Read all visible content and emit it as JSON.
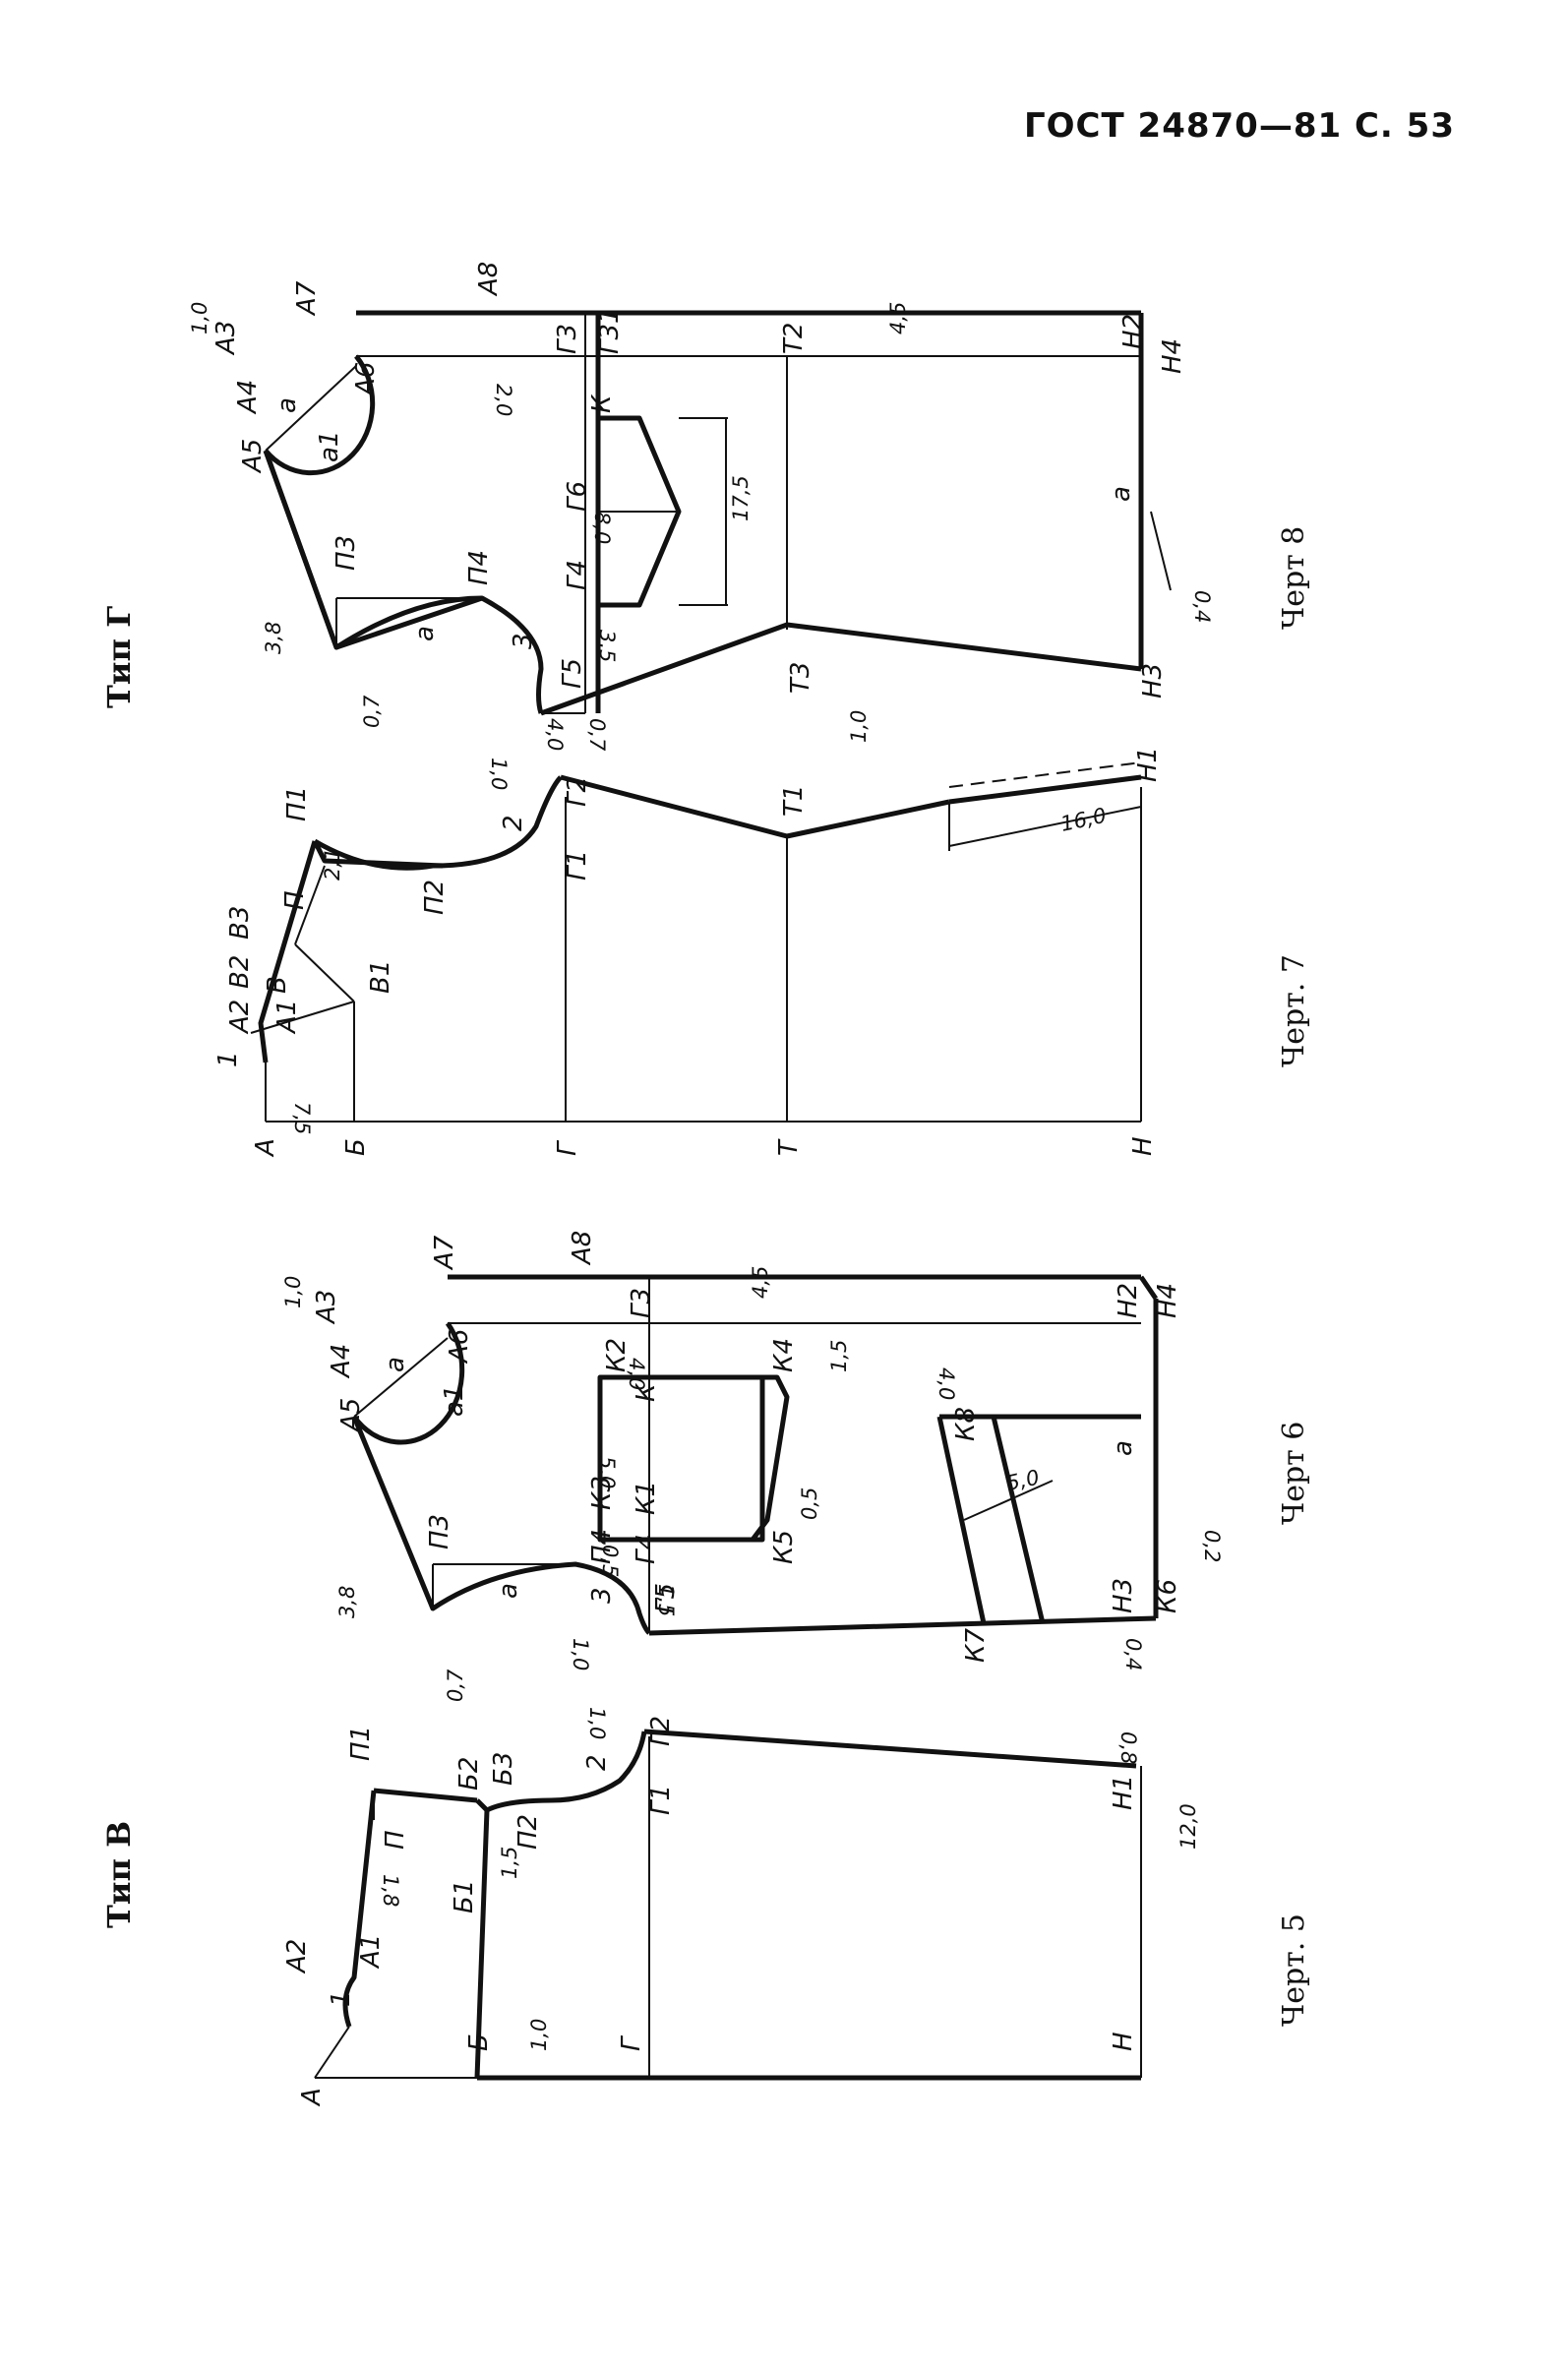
{
  "page_header": "ГОСТ 24870—81 С. 53",
  "type_labels": {
    "type_g": "Тип Г",
    "type_v": "Тип В"
  },
  "captions": {
    "fig5": "Черт. 5",
    "fig6": "Черт 6",
    "fig7": "Черт. 7",
    "fig8": "Черт 8"
  },
  "fig8": {
    "points": [
      "А7",
      "А8",
      "А3",
      "А4",
      "А5",
      "А6",
      "а",
      "а1",
      "Г3",
      "Г31",
      "Т2",
      "Н2",
      "Н4",
      "К",
      "Г6",
      "П3",
      "П4",
      "Г4",
      "а",
      "3",
      "Г5",
      "Т3",
      "Н3",
      "а"
    ],
    "dims": [
      "1,0",
      "4,5",
      "2,0",
      "8,0",
      "17,5",
      "3,8",
      "3,5",
      "0,7",
      "4,0",
      "0,7",
      "0,4"
    ]
  },
  "fig7": {
    "points": [
      "А",
      "Б",
      "Г",
      "Т",
      "Н",
      "1",
      "А2",
      "А1",
      "В2",
      "В3",
      "В",
      "В1",
      "П1",
      "П",
      "П2",
      "2",
      "Г1",
      "Г2",
      "Т1",
      "Н1"
    ],
    "dims": [
      "7,5",
      "2,1",
      "1,0",
      "1,0",
      "16,0"
    ]
  },
  "fig6": {
    "points": [
      "А7",
      "А8",
      "А3",
      "А4",
      "А5",
      "А6",
      "а",
      "а1",
      "Г3",
      "Н2",
      "Н4",
      "К2",
      "К",
      "К4",
      "К3",
      "К1",
      "П4",
      "Г4",
      "К5",
      "П3",
      "а",
      "3",
      "Г5",
      "К8",
      "К7",
      "Н3",
      "К6",
      "а"
    ],
    "dims": [
      "1,0",
      "4,5",
      "4,0",
      "1,5",
      "5,0",
      "0,5",
      "0,5",
      "1,5",
      "4,0",
      "5,0",
      "3,8",
      "0,7",
      "1,0",
      "0,4",
      "0,2"
    ]
  },
  "fig5": {
    "points": [
      "А",
      "Б",
      "Г",
      "Н",
      "1",
      "А2",
      "А1",
      "П1",
      "П",
      "Б2",
      "Б3",
      "Б1",
      "П2",
      "2",
      "Г1",
      "Г2",
      "Н1"
    ],
    "dims": [
      "1,0",
      "1,8",
      "1,5",
      "1,0",
      "0,8",
      "12,0"
    ]
  }
}
